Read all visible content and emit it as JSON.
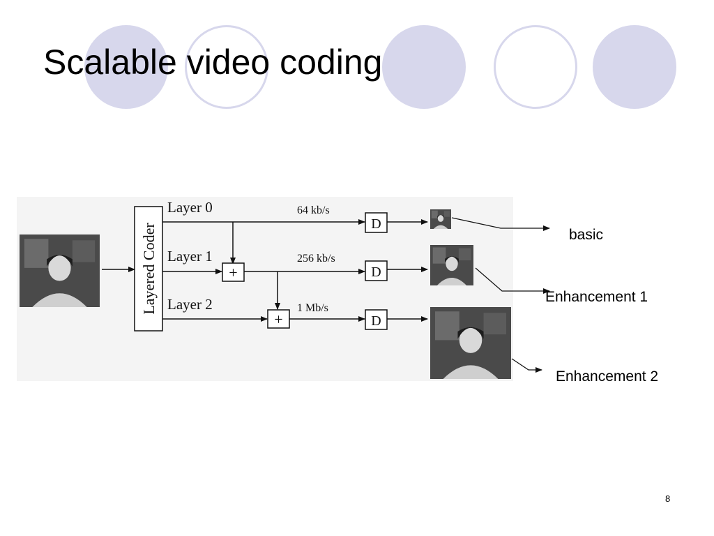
{
  "slide": {
    "title": "Scalable video coding",
    "page_number": "8"
  },
  "diagram": {
    "coder_label": "Layered Coder",
    "layers": [
      {
        "name": "Layer 0",
        "rate": "64 kb/s"
      },
      {
        "name": "Layer 1",
        "rate": "256 kb/s"
      },
      {
        "name": "Layer 2",
        "rate": "1 Mb/s"
      }
    ],
    "decoder_label": "D",
    "adder_symbol": "+",
    "outputs": [
      {
        "label": "basic"
      },
      {
        "label": "Enhancement 1"
      },
      {
        "label": "Enhancement 2"
      }
    ]
  },
  "colors": {
    "circle_fill": "#d7d7ec",
    "circle_stroke": "#d7d7ec",
    "diagram_bg": "#f4f4f4",
    "frame_dark": "#3a3a3a"
  }
}
